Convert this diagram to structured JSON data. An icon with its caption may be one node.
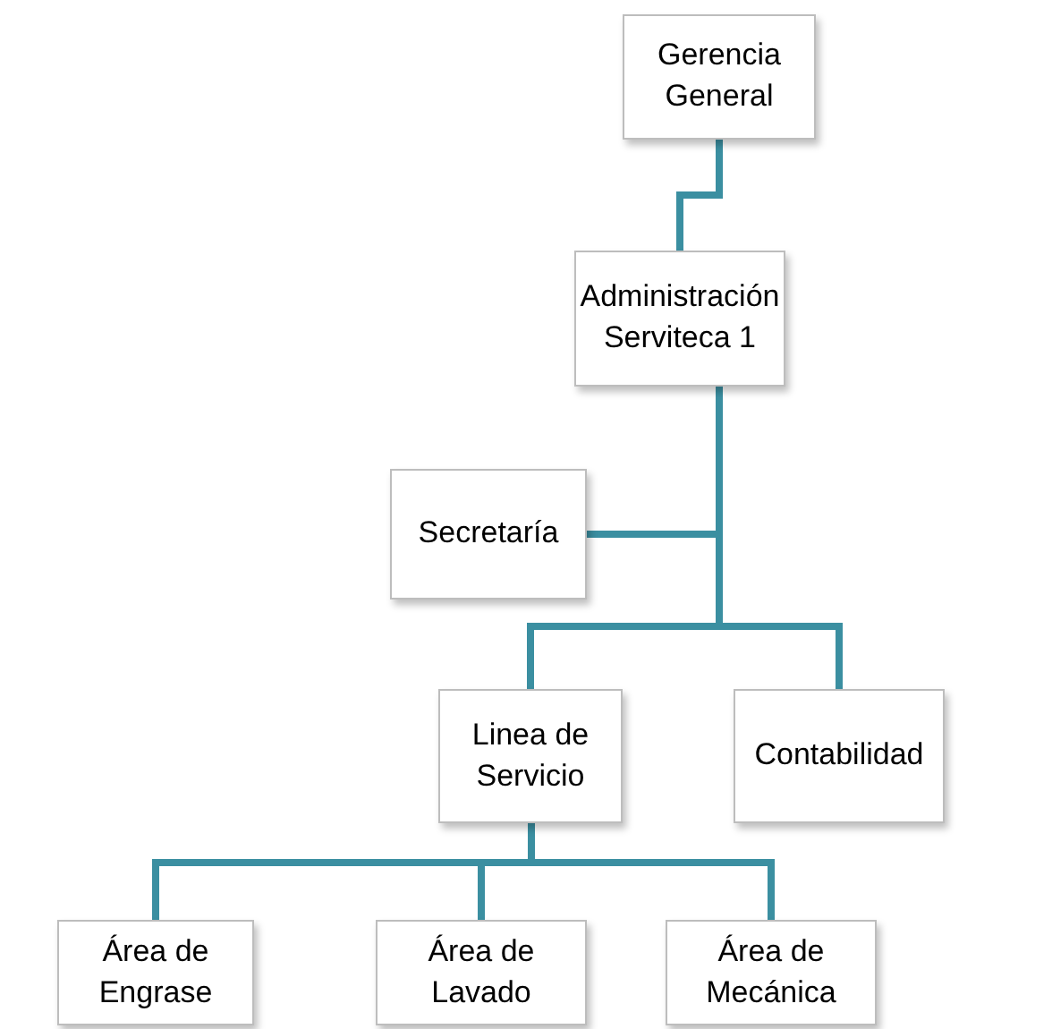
{
  "diagram": {
    "nodes": [
      {
        "text": [
          "Gerencia General"
        ]
      },
      {
        "text": [
          "Administración Serviteca 1"
        ]
      },
      {
        "text": [
          "Secretaría"
        ]
      },
      {
        "text": [
          "Linea de Servicio"
        ]
      },
      {
        "text": [
          "Contabilidad"
        ]
      },
      {
        "text": [
          "Área de Engrase"
        ]
      },
      {
        "text": [
          "Área de Lavado"
        ]
      },
      {
        "text": [
          "Área de Mecánica"
        ]
      }
    ],
    "edges": [
      {
        "from": 0,
        "to": 1,
        "arrow": "none"
      },
      {
        "from": 1,
        "to": 2,
        "arrow": "none"
      },
      {
        "from": 1,
        "to": 3,
        "arrow": "none"
      },
      {
        "from": 1,
        "to": 4,
        "arrow": "none"
      },
      {
        "from": 3,
        "to": 5,
        "arrow": "none"
      },
      {
        "from": 3,
        "to": 6,
        "arrow": "none"
      },
      {
        "from": 3,
        "to": 7,
        "arrow": "none"
      }
    ]
  }
}
